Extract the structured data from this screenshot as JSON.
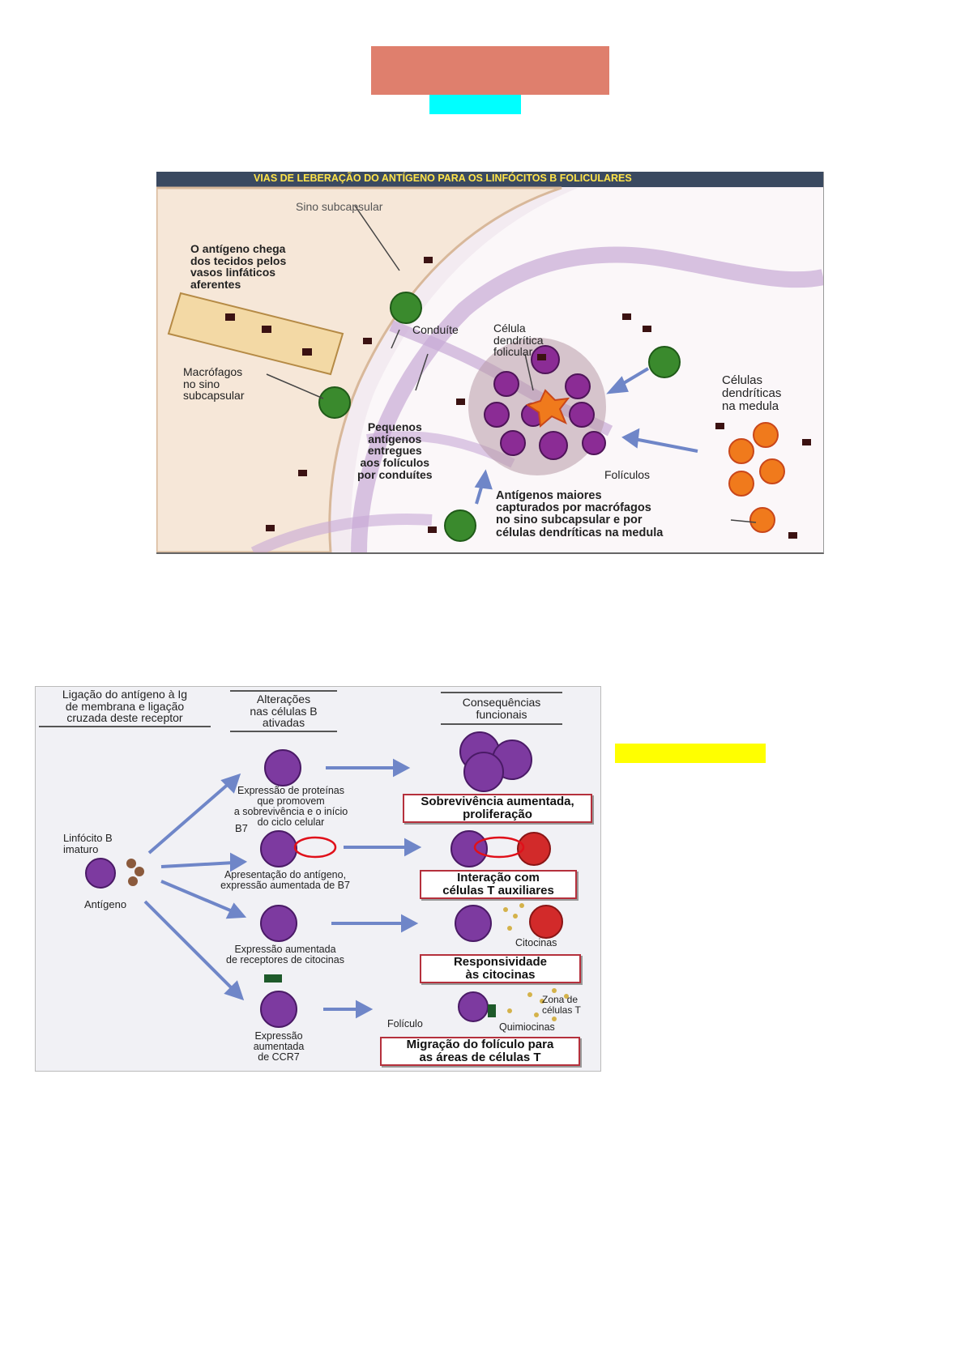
{
  "colors": {
    "title_block": "#df7f6d",
    "highlight_cyan": "#00ffff",
    "highlight_yellow": "#ffff00",
    "figure1_header_bg": "#3a4960",
    "figure1_header_text": "#ffe44a"
  },
  "figure1": {
    "header": "VIAS DE LEBERAÇÃO DO ANTÍGENO PARA OS LINFÓCITOS B FOLICULARES",
    "labels": {
      "sino_subcapsular": "Sino subcapsular",
      "antigeno_chega": "O antígeno chega\ndos tecidos pelos\nvasos linfáticos\naferentes",
      "conduite": "Conduíte",
      "celula_dendritica_folicular": "Célula\ndendrítica\nfolicular",
      "macrofagos": "Macrófagos\nno sino\nsubcapsular",
      "celulas_dendriticas_medula": "Células\ndendríticas\nna medula",
      "pequenos_antigenos": "Pequenos\nantígenos\nentregues\naos folículos\npor conduítes",
      "foliculos": "Folículos",
      "antigenos_maiores": "Antígenos maiores\ncapturados por macrófagos\nno sino subcapsular e por\ncélulas dendríticas na medula"
    }
  },
  "figure2": {
    "headers": {
      "ligacao": "Ligação do antígeno à Ig\nde membrana e ligação\ncruzada deste receptor",
      "alteracoes": "Alterações\nnas células B\nativadas",
      "consequencias": "Consequências\nfuncionais"
    },
    "labels": {
      "linfocito": "Linfócito B\nimaturo",
      "antigeno": "Antígeno",
      "b7": "B7",
      "expressao_proteinas": "Expressão de proteínas\nque promovem\na sobrevivência e o início\ndo ciclo celular",
      "apresentacao": "Apresentação do antígeno,\nexpressão aumentada de B7",
      "receptores_citocinas": "Expressão aumentada\nde receptores de citocinas",
      "ccr7": "Expressão\naumentada\nde CCR7",
      "citocinas": "Citocinas",
      "zona_celulas_t": "Zona de\ncélulas T",
      "foliculo": "Folículo",
      "quimiocinas": "Quimiocinas"
    },
    "boxes": {
      "sobrevivencia": "Sobrevivência aumentada,\nproliferação",
      "interacao": "Interação com\ncélulas T auxiliares",
      "responsividade": "Responsividade\nàs citocinas",
      "migracao": "Migração do folículo para\nas áreas de células T"
    }
  }
}
